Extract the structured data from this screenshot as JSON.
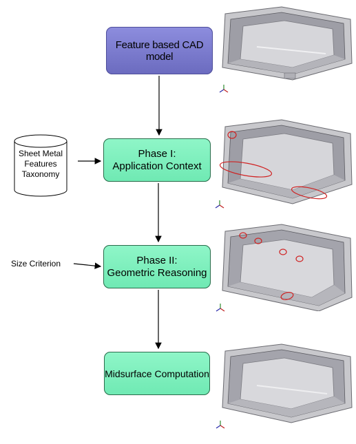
{
  "diagram": {
    "nodes": {
      "cad_model": "Feature based CAD model",
      "phase1": [
        "Phase I:",
        "Application Context"
      ],
      "phase2": [
        "Phase II:",
        "Geometric Reasoning"
      ],
      "midsurface": "Midsurface Computation"
    },
    "inputs": {
      "taxonomy": [
        "Sheet Metal",
        "Features",
        "Taxonomy"
      ],
      "size_criterion": "Size Criterion"
    },
    "colors": {
      "cad_fill": "#7f7fcc",
      "phase_fill": "#7ff2be",
      "model_shade": "#a9a9ad",
      "highlight": "#d02020"
    },
    "models": [
      {
        "name": "original-model",
        "highlights": 0
      },
      {
        "name": "features-identified-model",
        "highlights": 3
      },
      {
        "name": "features-removed-model",
        "highlights": 5
      },
      {
        "name": "midsurface-model",
        "highlights": 0
      }
    ]
  }
}
